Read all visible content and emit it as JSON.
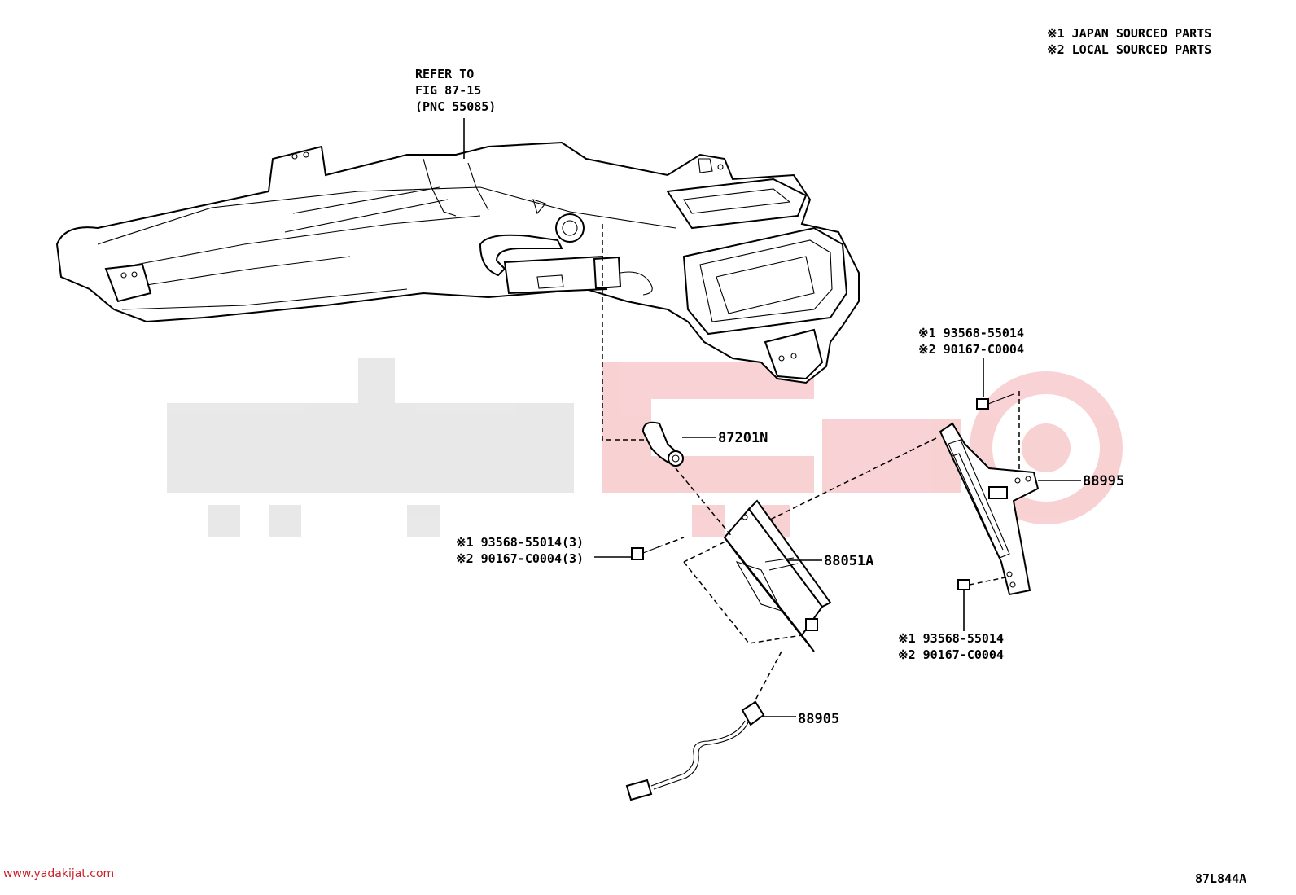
{
  "legend": {
    "line1": "※1 JAPAN SOURCED PARTS",
    "line2": "※2 LOCAL SOURCED PARTS"
  },
  "refer": {
    "line1": "REFER TO",
    "line2": "FIG 87-15",
    "line3": "(PNC 55085)"
  },
  "parts": {
    "p87201N": "87201N",
    "p88995": "88995",
    "p88051A": "88051A",
    "p88905": "88905"
  },
  "bolt_top": {
    "line1": "※1 93568-55014",
    "line2": "※2 90167-C0004"
  },
  "bolt_left": {
    "line1": "※1 93568-55014(3)",
    "line2": "※2 90167-C0004(3)"
  },
  "bolt_bottom": {
    "line1": "※1 93568-55014",
    "line2": "※2 90167-C0004"
  },
  "watermark": {
    "site": "www.yadakijat.com",
    "brand_color": "#e0323c",
    "gray_color": "#d9d9d9"
  },
  "figure_code": "87L844A"
}
